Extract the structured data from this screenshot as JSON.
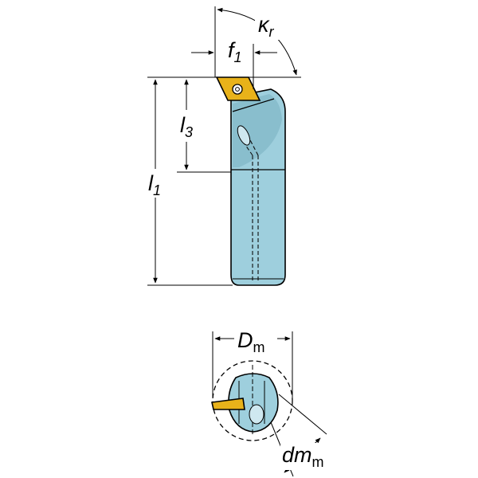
{
  "dimensions": {
    "kr": {
      "symbol": "κ",
      "sub": "r"
    },
    "f1": {
      "symbol": "f",
      "sub": "1"
    },
    "l3": {
      "symbol": "l",
      "sub": "3"
    },
    "l1": {
      "symbol": "l",
      "sub": "1"
    },
    "Dm": {
      "symbol": "D",
      "sub": "m"
    },
    "dmm": {
      "symbol": "dm",
      "sub": "m"
    }
  },
  "colors": {
    "body": "#9ecfdd",
    "body_shade": "#6fa9bb",
    "insert": "#e8b21a",
    "outline": "#000000",
    "background": "#ffffff"
  }
}
